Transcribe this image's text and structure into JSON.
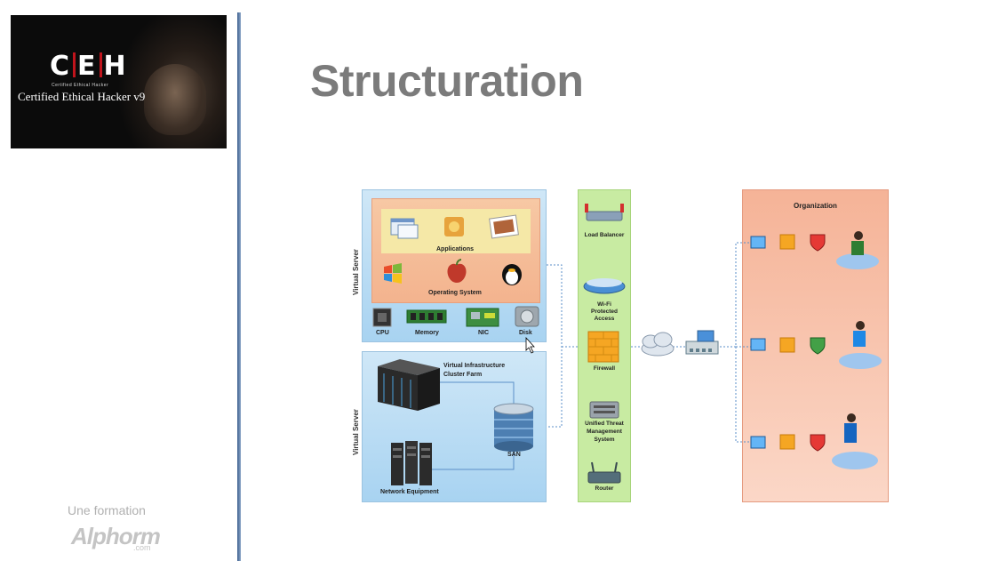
{
  "sidebar": {
    "logo_letters": [
      "C",
      "E",
      "H"
    ],
    "logo_subtext": "Certified   Ethical   Hacker",
    "logo_title": "Certified Ethical Hacker v9",
    "formation_text": "Une formation",
    "brand": "Alphorm",
    "brand_suffix": ".com"
  },
  "slide": {
    "title": "Structuration"
  },
  "diagram": {
    "virtual_server_label": "Virtual Server",
    "applications_label": "Applications",
    "operating_system_label": "Operating System",
    "hardware": {
      "cpu": "CPU",
      "memory": "Memory",
      "nic": "NIC",
      "disk": "Disk"
    },
    "cluster_label_1": "Virtual Infrastructure",
    "cluster_label_2": "Cluster Farm",
    "san_label": "SAN",
    "network_equipment_label": "Network Equipment",
    "network": {
      "load_balancer": "Load Balancer",
      "wifi_1": "Wi-Fi",
      "wifi_2": "Protected",
      "wifi_3": "Access",
      "firewall": "Firewall",
      "utm_1": "Unified Threat",
      "utm_2": "Management",
      "utm_3": "System",
      "router": "Router"
    },
    "organization_label": "Organization",
    "colors": {
      "server_panel": "#a8d3f1",
      "os_panel": "#f3b38e",
      "apps_panel": "#f5e8a7",
      "network_panel": "#c8eba2",
      "organization_panel": "#f5b397"
    }
  }
}
